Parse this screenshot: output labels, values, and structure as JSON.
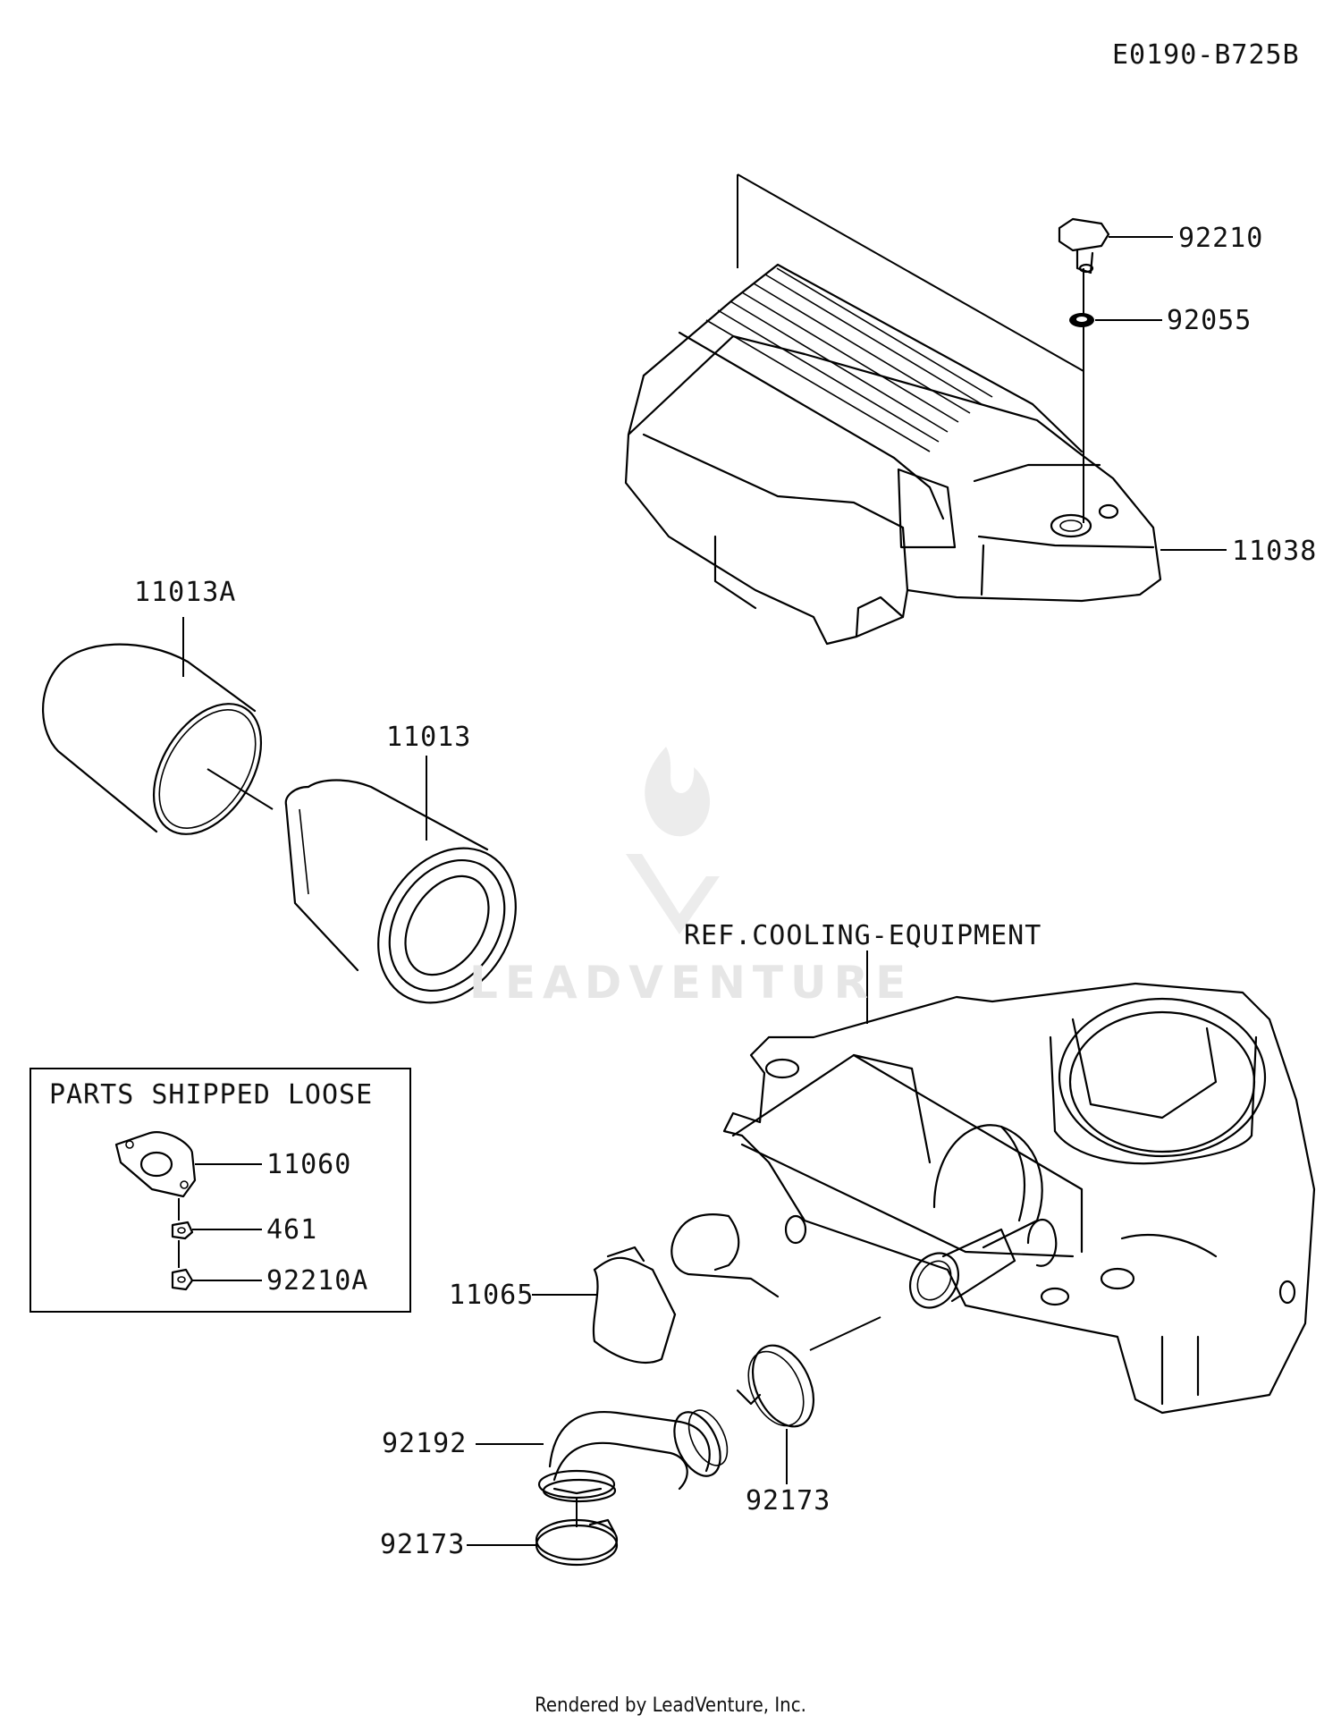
{
  "diagram_code": "E0190-B725B",
  "watermark": "LEADVENTURE",
  "footer": "Rendered by LeadVenture, Inc.",
  "ref_label": "REF.COOLING-EQUIPMENT",
  "inset_box": {
    "title": "PARTS SHIPPED LOOSE",
    "parts": [
      "11060",
      "461",
      "92210A"
    ]
  },
  "callouts": {
    "p92210": "92210",
    "p92055": "92055",
    "p11038": "11038",
    "p11013A": "11013A",
    "p11013": "11013",
    "p11065": "11065",
    "p92192": "92192",
    "p92173_right": "92173",
    "p92173_left": "92173"
  }
}
